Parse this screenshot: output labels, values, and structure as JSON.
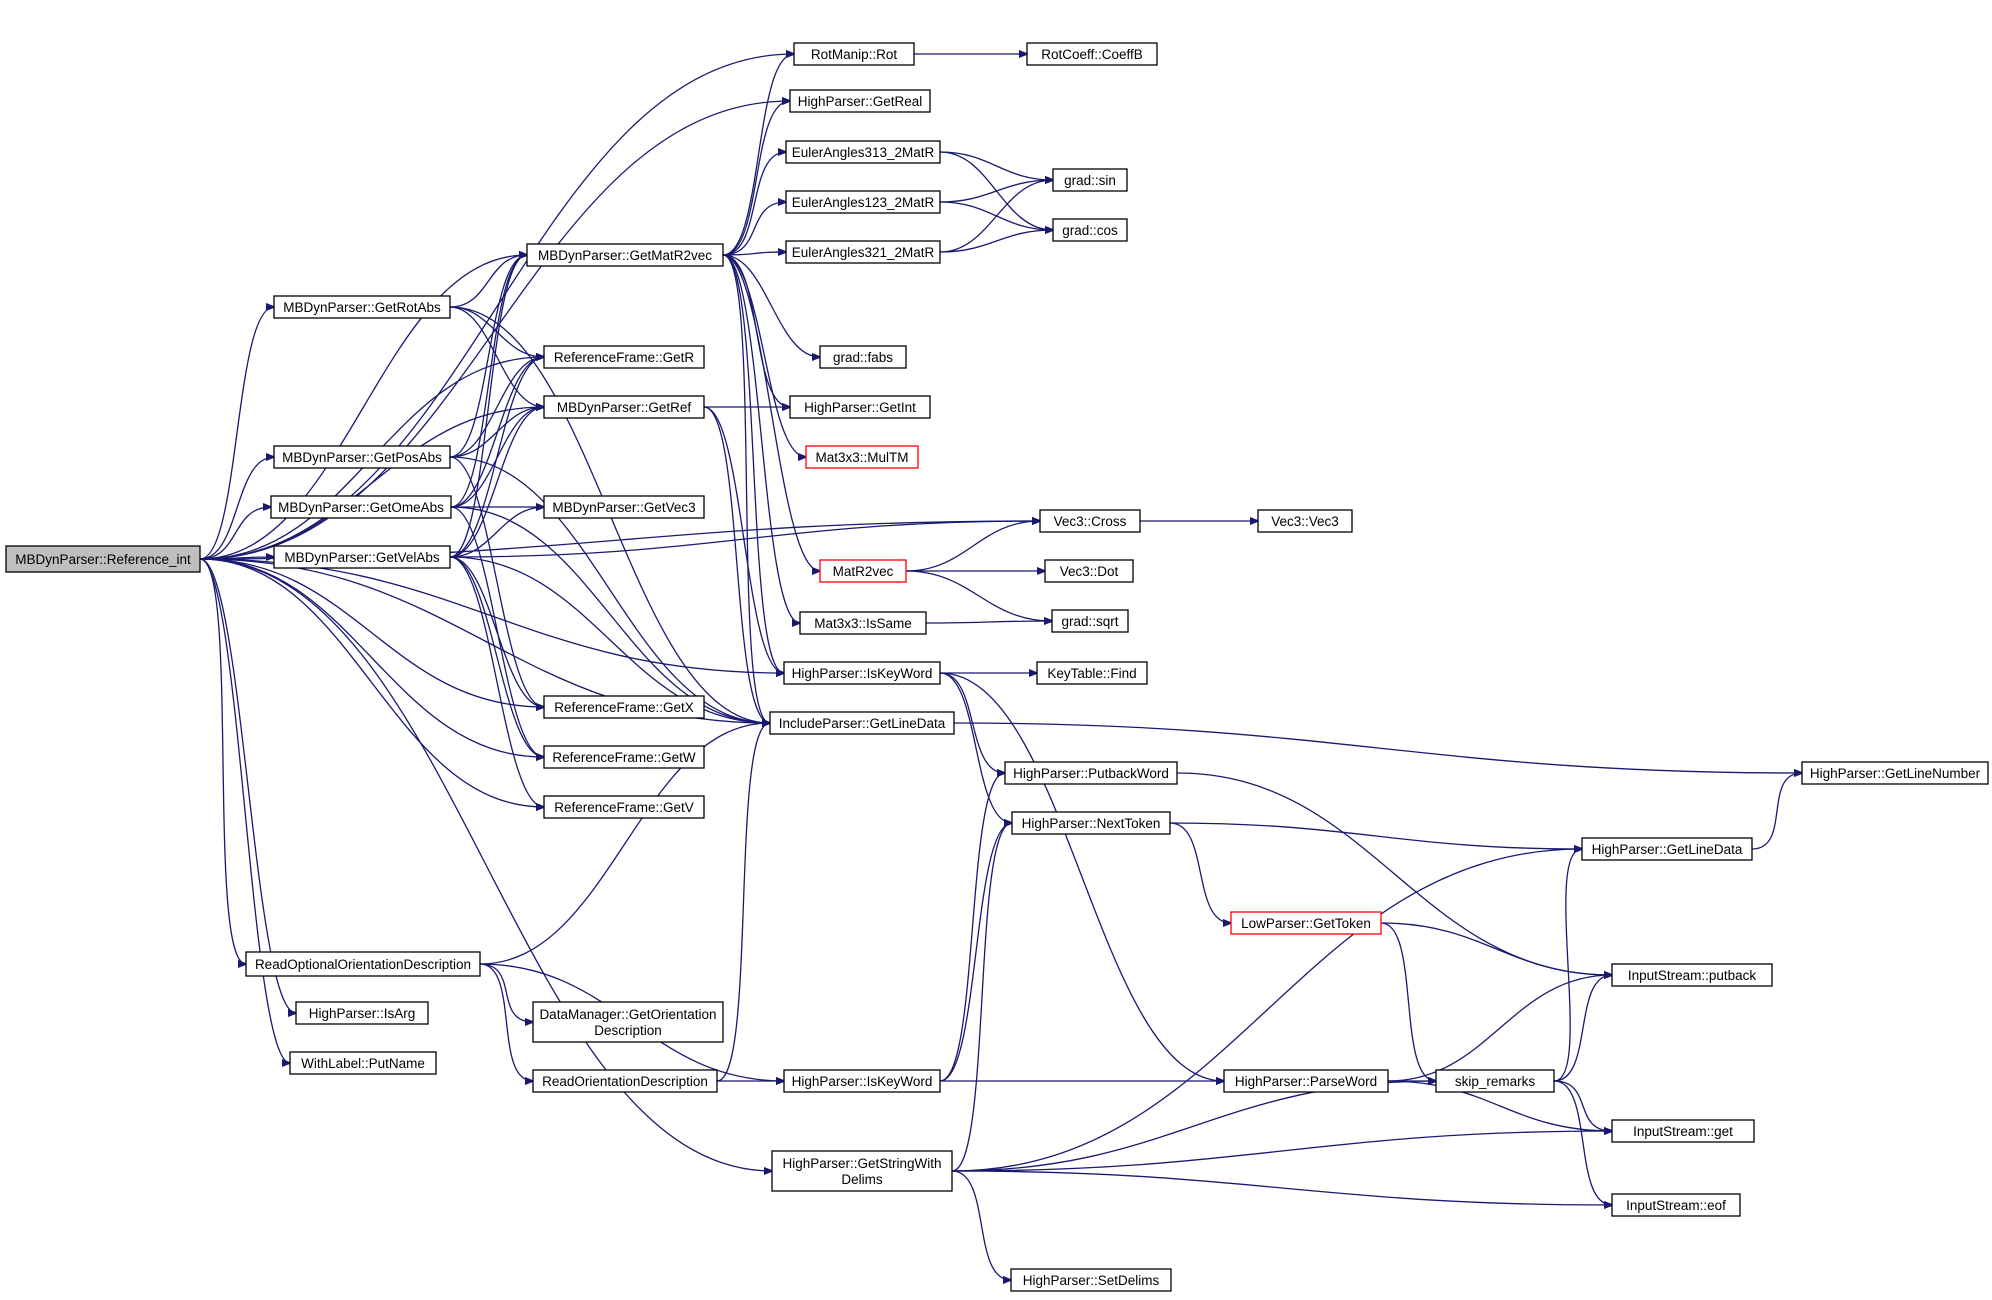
{
  "graph": {
    "root": "MBDynParser::Reference_int",
    "colors": {
      "edge": "#191970",
      "root_fill": "#bfbfbf",
      "node_border": "#000000",
      "truncated_border": "#ff0000"
    },
    "nodes": [
      {
        "id": "root",
        "label": "MBDynParser::Reference_int",
        "kind": "root"
      },
      {
        "id": "rotabs",
        "label": "MBDynParser::GetRotAbs"
      },
      {
        "id": "posabs",
        "label": "MBDynParser::GetPosAbs"
      },
      {
        "id": "omeabs",
        "label": "MBDynParser::GetOmeAbs"
      },
      {
        "id": "velabs",
        "label": "MBDynParser::GetVelAbs"
      },
      {
        "id": "roptor",
        "label": "ReadOptionalOrientationDescription"
      },
      {
        "id": "isarg",
        "label": "HighParser::IsArg"
      },
      {
        "id": "putname",
        "label": "WithLabel::PutName"
      },
      {
        "id": "matr2vec",
        "label": "MBDynParser::GetMatR2vec"
      },
      {
        "id": "getr",
        "label": "ReferenceFrame::GetR"
      },
      {
        "id": "getref",
        "label": "MBDynParser::GetRef"
      },
      {
        "id": "getvec3",
        "label": "MBDynParser::GetVec3"
      },
      {
        "id": "getx",
        "label": "ReferenceFrame::GetX"
      },
      {
        "id": "getw",
        "label": "ReferenceFrame::GetW"
      },
      {
        "id": "getv",
        "label": "ReferenceFrame::GetV"
      },
      {
        "id": "dmgetor",
        "label": "DataManager::GetOrientation Description",
        "lines": [
          "DataManager::GetOrientation",
          "Description"
        ]
      },
      {
        "id": "rordesc",
        "label": "ReadOrientationDescription"
      },
      {
        "id": "rotmanip",
        "label": "RotManip::Rot"
      },
      {
        "id": "getreal",
        "label": "HighParser::GetReal"
      },
      {
        "id": "eu313",
        "label": "EulerAngles313_2MatR"
      },
      {
        "id": "eu123",
        "label": "EulerAngles123_2MatR"
      },
      {
        "id": "eu321",
        "label": "EulerAngles321_2MatR"
      },
      {
        "id": "fabs",
        "label": "grad::fabs"
      },
      {
        "id": "getint",
        "label": "HighParser::GetInt"
      },
      {
        "id": "multm",
        "label": "Mat3x3::MulTM",
        "kind": "truncated"
      },
      {
        "id": "matr2vecf",
        "label": "MatR2vec",
        "kind": "truncated"
      },
      {
        "id": "issame",
        "label": "Mat3x3::IsSame"
      },
      {
        "id": "iskw1",
        "label": "HighParser::IsKeyWord"
      },
      {
        "id": "incline",
        "label": "IncludeParser::GetLineData"
      },
      {
        "id": "iskw2",
        "label": "HighParser::IsKeyWord"
      },
      {
        "id": "strdelim",
        "label": "HighParser::GetStringWith Delims",
        "lines": [
          "HighParser::GetStringWith",
          "Delims"
        ]
      },
      {
        "id": "coeffb",
        "label": "RotCoeff::CoeffB"
      },
      {
        "id": "sin",
        "label": "grad::sin"
      },
      {
        "id": "cos",
        "label": "grad::cos"
      },
      {
        "id": "cross",
        "label": "Vec3::Cross"
      },
      {
        "id": "dot",
        "label": "Vec3::Dot"
      },
      {
        "id": "sqrt",
        "label": "grad::sqrt"
      },
      {
        "id": "find",
        "label": "KeyTable::Find"
      },
      {
        "id": "putback",
        "label": "HighParser::PutbackWord"
      },
      {
        "id": "nexttok",
        "label": "HighParser::NextToken"
      },
      {
        "id": "lowtok",
        "label": "LowParser::GetToken",
        "kind": "truncated"
      },
      {
        "id": "parseword",
        "label": "HighParser::ParseWord"
      },
      {
        "id": "setdelims",
        "label": "HighParser::SetDelims"
      },
      {
        "id": "vec3",
        "label": "Vec3::Vec3"
      },
      {
        "id": "hline",
        "label": "HighParser::GetLineData"
      },
      {
        "id": "linenum",
        "label": "HighParser::GetLineNumber"
      },
      {
        "id": "isputback",
        "label": "InputStream::putback"
      },
      {
        "id": "skip",
        "label": "skip_remarks"
      },
      {
        "id": "isget",
        "label": "InputStream::get"
      },
      {
        "id": "iseof",
        "label": "InputStream::eof"
      }
    ]
  }
}
